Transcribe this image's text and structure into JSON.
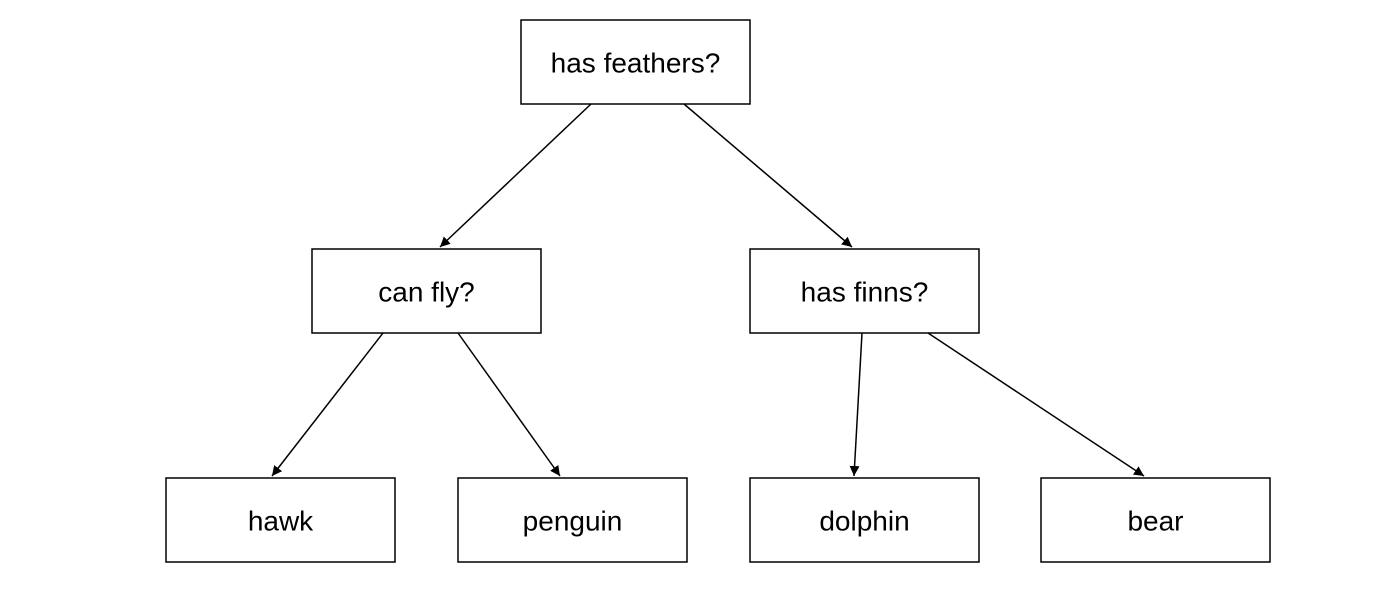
{
  "tree": {
    "nodes": [
      {
        "id": "root",
        "label": "has feathers?"
      },
      {
        "id": "fly",
        "label": "can fly?"
      },
      {
        "id": "finns",
        "label": "has finns?"
      },
      {
        "id": "hawk",
        "label": "hawk"
      },
      {
        "id": "penguin",
        "label": "penguin"
      },
      {
        "id": "dolphin",
        "label": "dolphin"
      },
      {
        "id": "bear",
        "label": "bear"
      }
    ],
    "edges": [
      {
        "from": "root",
        "to": "fly"
      },
      {
        "from": "root",
        "to": "finns"
      },
      {
        "from": "fly",
        "to": "hawk"
      },
      {
        "from": "fly",
        "to": "penguin"
      },
      {
        "from": "finns",
        "to": "dolphin"
      },
      {
        "from": "finns",
        "to": "bear"
      }
    ]
  },
  "colors": {
    "stroke": "#000000",
    "fill": "#ffffff"
  }
}
